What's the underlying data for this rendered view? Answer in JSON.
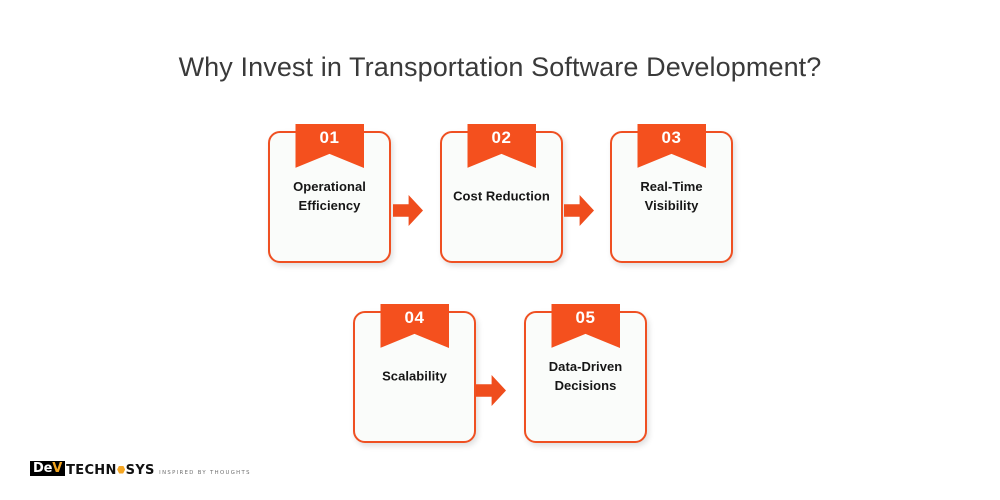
{
  "page": {
    "title": "Why Invest in Transportation Software Development?",
    "background_color": "#ffffff",
    "accent_color": "#f4501e",
    "card_background_color": "#fafcfa",
    "card_text_color": "#161616",
    "title_color": "#3a3a3a"
  },
  "flow": {
    "rows": [
      {
        "cards": [
          {
            "number": "01",
            "label": "Operational Efficiency",
            "has_arrow_after": true
          },
          {
            "number": "02",
            "label": "Cost Reduction",
            "has_arrow_after": true
          },
          {
            "number": "03",
            "label": "Real-Time Visibility",
            "has_arrow_after": false
          }
        ]
      },
      {
        "cards": [
          {
            "number": "04",
            "label": "Scalability",
            "has_arrow_after": true
          },
          {
            "number": "05",
            "label": "Data-Driven Decisions",
            "has_arrow_after": false
          }
        ]
      }
    ]
  },
  "logo": {
    "mark_prefix": "De",
    "mark_accent": "V",
    "word_part1": "TECHN",
    "word_part2": "SYS",
    "tagline": "INSPIRED BY THOUGHTS"
  }
}
